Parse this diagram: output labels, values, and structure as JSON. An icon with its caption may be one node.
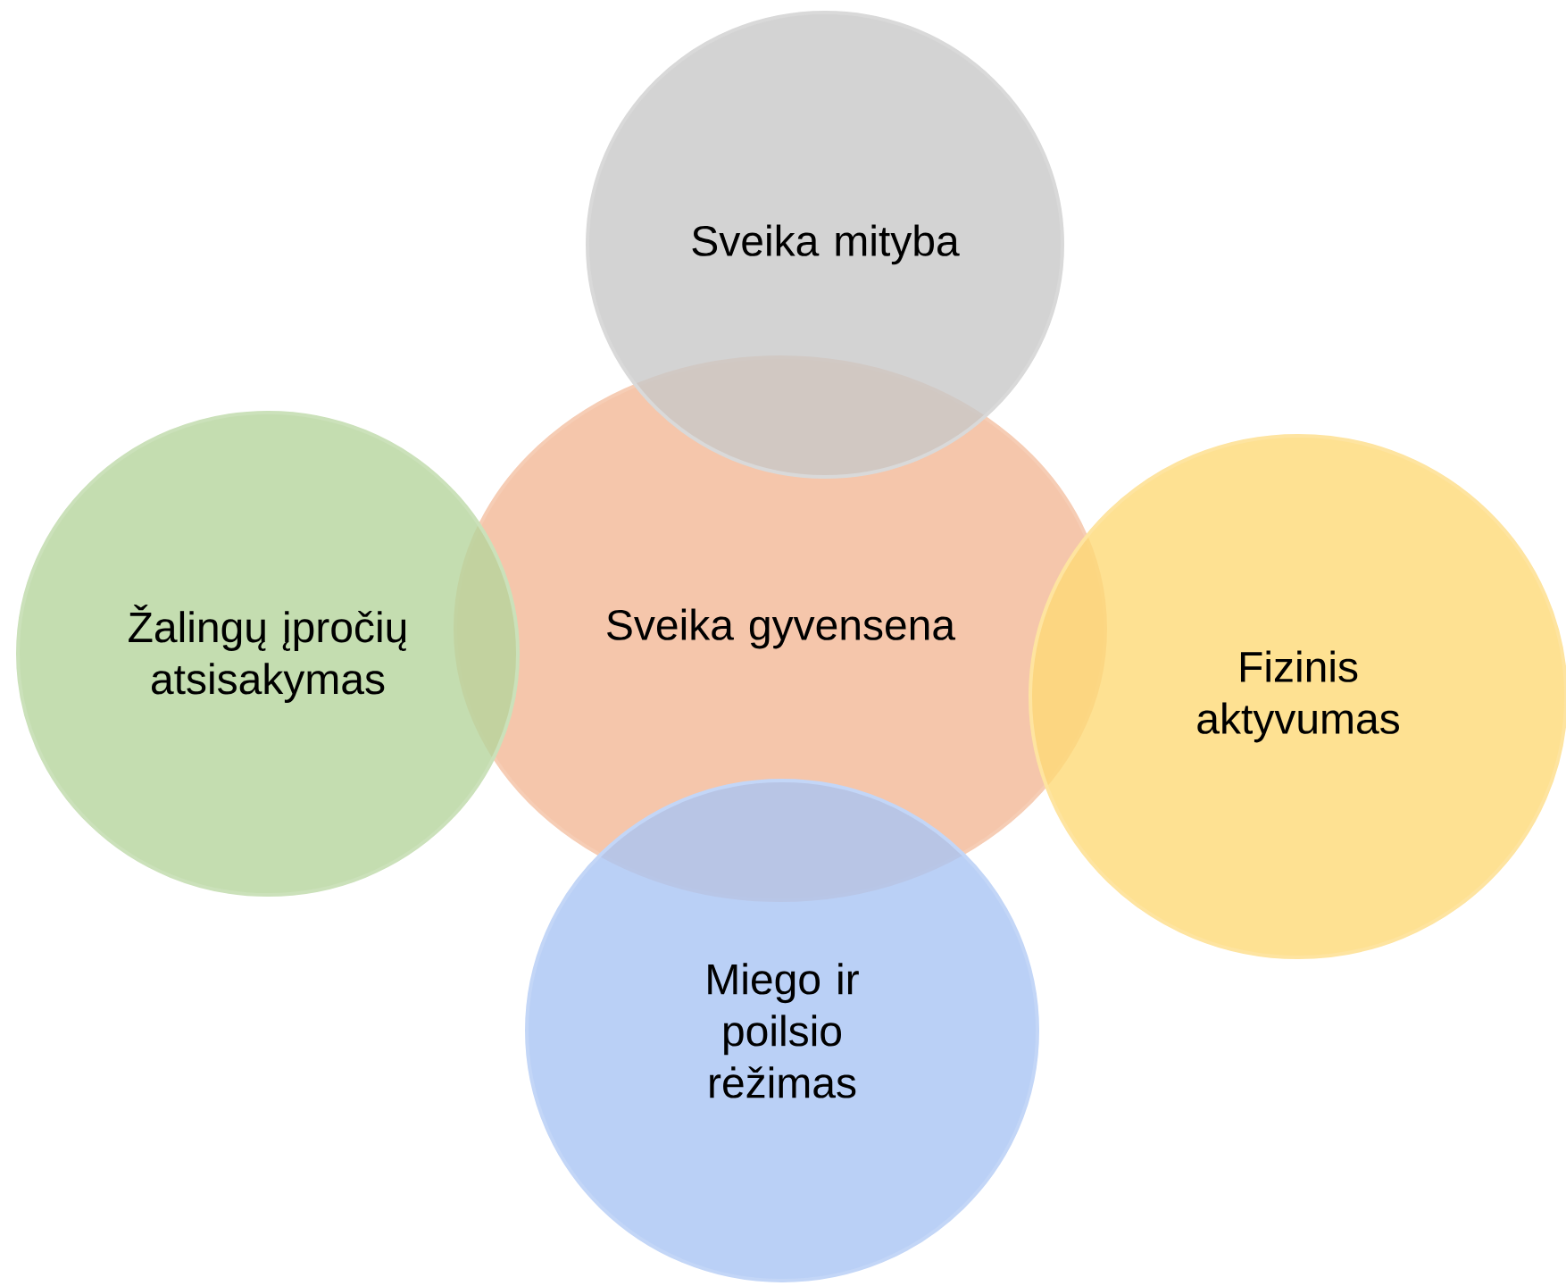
{
  "diagram": {
    "nodes": [
      {
        "text": [
          "Sveika mityba"
        ]
      },
      {
        "text": [
          "Žalingų įpročių atsisakymas"
        ]
      },
      {
        "text": [
          "Sveika gyvensena"
        ]
      },
      {
        "text": [
          "Fizinis aktyvumas"
        ]
      },
      {
        "text": [
          "Miego ir poilsio rėžimas"
        ]
      }
    ]
  }
}
